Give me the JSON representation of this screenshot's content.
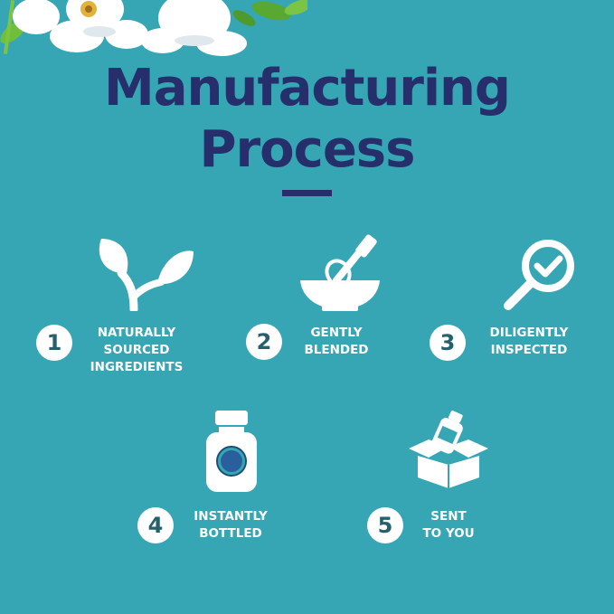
{
  "title": {
    "line1": "Manufacturing",
    "line2": "Process"
  },
  "colors": {
    "background": "#36a6b4",
    "title": "#262e6b",
    "accent_icon_fill": "#36a6b4",
    "number_text": "#25606b",
    "label_text": "#ffffff"
  },
  "steps": [
    {
      "number": "1",
      "line1": "NATURALLY",
      "line2": "SOURCED",
      "line3": "INGREDIENTS",
      "icon": "plant-icon"
    },
    {
      "number": "2",
      "line1": "GENTLY",
      "line2": "BLENDED",
      "icon": "mixing-bowl-icon"
    },
    {
      "number": "3",
      "line1": "DILIGENTLY",
      "line2": "INSPECTED",
      "icon": "magnifier-check-icon"
    },
    {
      "number": "4",
      "line1": "INSTANTLY",
      "line2": "BOTTLED",
      "icon": "bottle-icon"
    },
    {
      "number": "5",
      "line1": "SENT",
      "line2": "TO YOU",
      "icon": "shipping-box-icon"
    }
  ]
}
